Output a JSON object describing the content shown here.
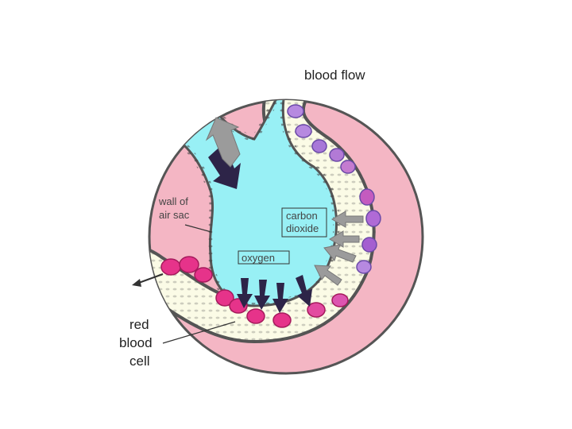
{
  "diagram": {
    "labels": {
      "blood_flow": "blood flow",
      "wall_line1": "wall of",
      "wall_line2": "air sac",
      "co2_line1": "carbon",
      "co2_line2": "dioxide",
      "oxygen": "oxygen",
      "rbc_line1": "red",
      "rbc_line2": "blood",
      "rbc_line3": "cell"
    },
    "colors": {
      "outer_tissue": "#f4b6c4",
      "outline": "#555555",
      "air_sac": "#98f0f5",
      "capillary": "#fbfbe6",
      "deoxygenated_cell": "#b689e0",
      "oxygenated_cell": "#e6338a",
      "oxygen_arrow": "#2d2448",
      "co2_arrow": "#9b9b9b"
    }
  }
}
